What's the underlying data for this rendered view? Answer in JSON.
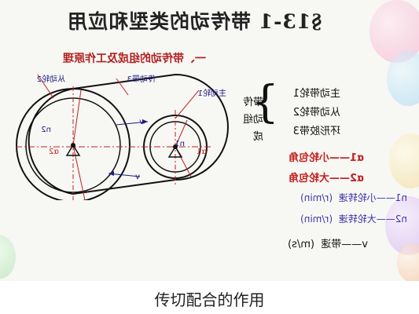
{
  "title": "§13-1  带传动的类型和应用",
  "section": "一、带传动的组成及工作原理",
  "diagram": {
    "label_driven_pulley": "从动轮2",
    "label_belt": "传动带3",
    "label_driver_pulley": "主动轮1",
    "n2": "n2",
    "n1": "n1",
    "a2": "α2",
    "a1": "α1",
    "v_top": "v",
    "v_bottom": "v"
  },
  "composition": {
    "items": [
      "主动带轮1",
      "从动带轮2",
      "环形胶带3"
    ],
    "group_label": "带传动组成"
  },
  "symbols": [
    {
      "sym": "α1",
      "desc": "——小轮包角"
    },
    {
      "sym": "α2",
      "desc": "——大轮包角"
    },
    {
      "sym": "n1",
      "desc": "——小轮转速",
      "unit": "(r/min)"
    },
    {
      "sym": "n2",
      "desc": "——大轮转速",
      "unit": "(r/min)"
    },
    {
      "sym": "v",
      "desc": "——带速",
      "unit": "(m/s)"
    }
  ],
  "caption": "传切配合的作用"
}
